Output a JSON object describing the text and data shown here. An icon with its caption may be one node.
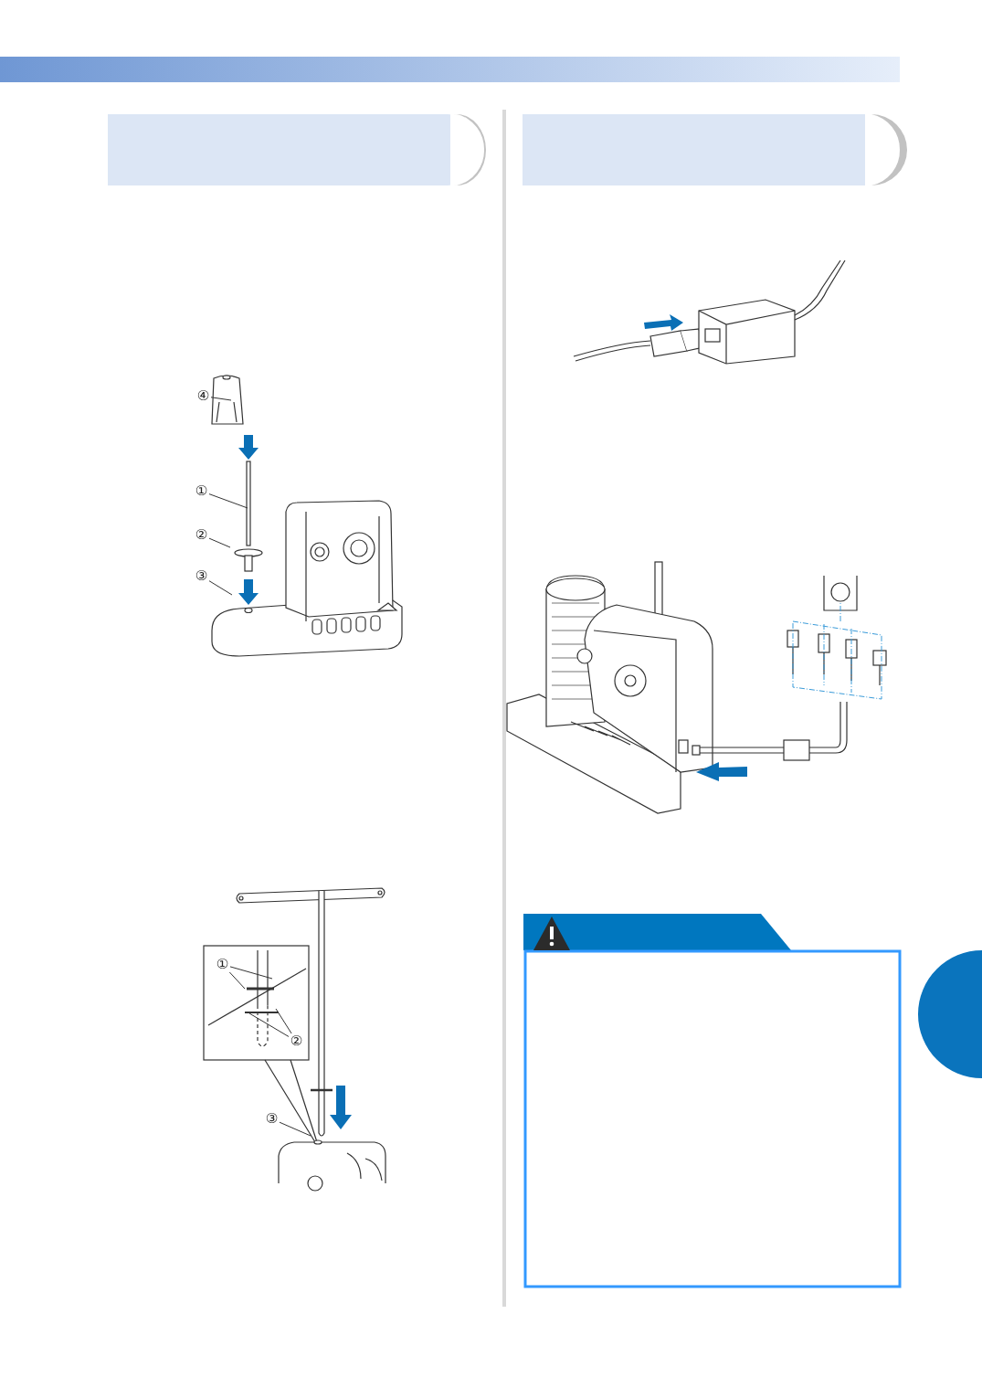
{
  "diagram": {
    "nodes": [
      {
        "text": [
          "④"
        ]
      },
      {
        "text": [
          "①"
        ]
      },
      {
        "text": [
          "②"
        ]
      },
      {
        "text": [
          "③"
        ]
      },
      {
        "text": [
          "①"
        ]
      },
      {
        "text": [
          "②"
        ]
      },
      {
        "text": [
          "③"
        ]
      }
    ],
    "edges": [
      {
        "from": 0,
        "to": null,
        "arrow": "none"
      },
      {
        "from": 1,
        "to": null,
        "arrow": "none"
      },
      {
        "from": 2,
        "to": null,
        "arrow": "none"
      },
      {
        "from": 3,
        "to": null,
        "arrow": "none"
      },
      {
        "from": 4,
        "to": null,
        "arrow": "none"
      },
      {
        "from": 4,
        "to": null,
        "arrow": "none"
      },
      {
        "from": 5,
        "to": null,
        "arrow": "none"
      },
      {
        "from": 5,
        "to": null,
        "arrow": "none"
      },
      {
        "from": 6,
        "to": null,
        "arrow": "none"
      }
    ]
  }
}
